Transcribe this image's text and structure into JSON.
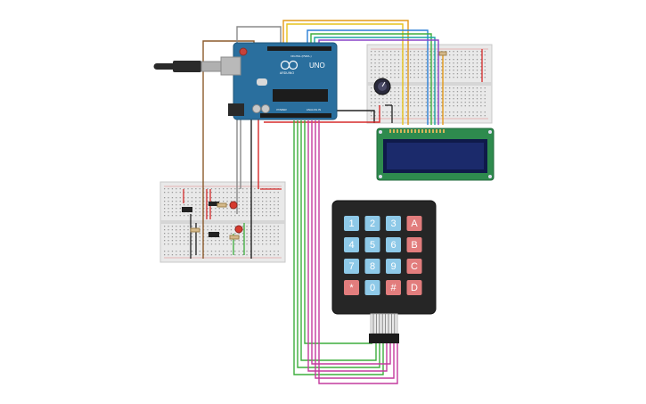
{
  "arduino": {
    "logo_text": "ARDUINO",
    "model_text": "UNO",
    "header_text": "DIGITAL (PWM~)",
    "power_text": "POWER",
    "analog_text": "ANALOG IN"
  },
  "keypad": {
    "rows": [
      [
        "1",
        "2",
        "3",
        "A"
      ],
      [
        "4",
        "5",
        "6",
        "B"
      ],
      [
        "7",
        "8",
        "9",
        "C"
      ],
      [
        "*",
        "0",
        "#",
        "D"
      ]
    ],
    "number_key_color": "#8ec9e8",
    "letter_key_color": "#e27d7d",
    "body_color": "#262626"
  },
  "colors": {
    "arduino_board": "#2a6f9e",
    "breadboard": "#e8e8e8",
    "lcd_frame": "#2e8b4e",
    "lcd_screen": "#1b2a6b",
    "wire_orange": "#e39a1a",
    "wire_yellow": "#e6c21b",
    "wire_green": "#3dae3d",
    "wire_blue": "#2b7fd6",
    "wire_teal": "#1ba3a3",
    "wire_purple": "#8a44c9",
    "wire_magenta": "#c43a9e",
    "wire_brown": "#8b5a2b",
    "wire_black": "#222222",
    "wire_red": "#d62b2b",
    "wire_grey": "#888888"
  }
}
